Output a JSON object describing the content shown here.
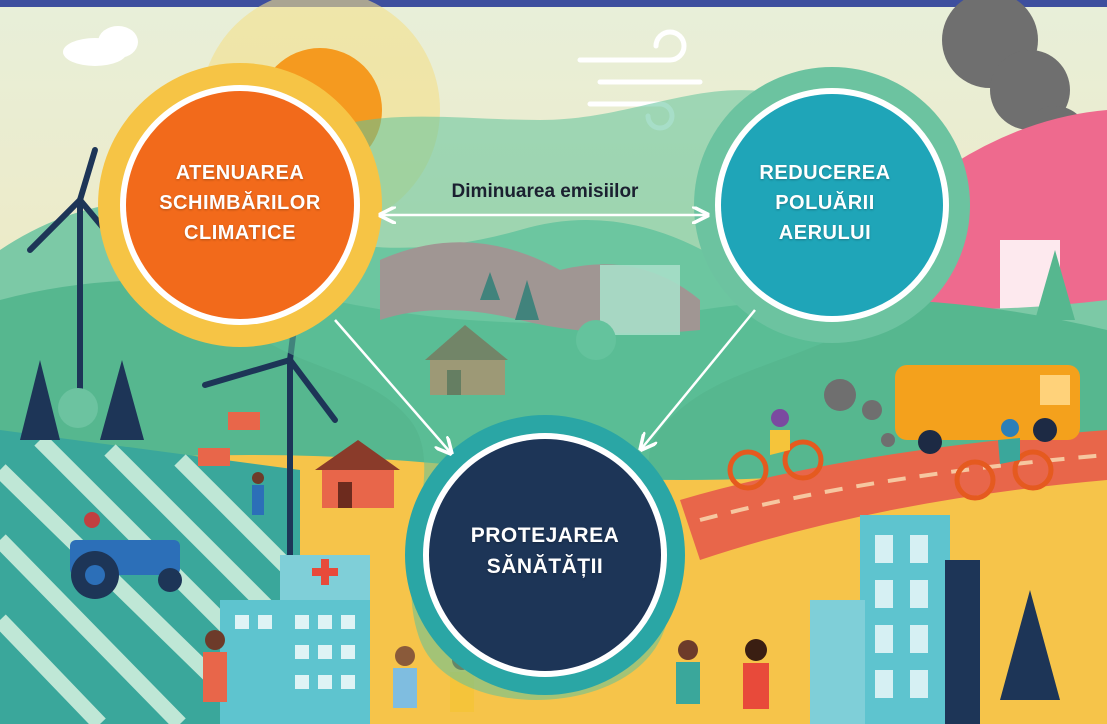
{
  "diagram": {
    "nodes": {
      "climate": {
        "lines": [
          "ATENUAREA",
          "SCHIMBĂRILOR",
          "CLIMATICE"
        ],
        "color": "#f26a1b"
      },
      "air": {
        "lines": [
          "REDUCEREA",
          "POLUĂRII",
          "AERULUI"
        ],
        "color": "#1fa5b8"
      },
      "health": {
        "lines": [
          "PROTEJAREA",
          "SĂNĂTĂȚII"
        ],
        "color": "#1d3557"
      }
    },
    "edge_label": "Diminuarea emisiilor"
  },
  "colors": {
    "header_bar": "#3d4f9e",
    "sky": "#eef0d8",
    "sun": "#f7a21b",
    "hill_green": "#6cc3a0",
    "pink": "#ee5a8a",
    "road": "#e8664a",
    "arrow": "#ffffff"
  }
}
